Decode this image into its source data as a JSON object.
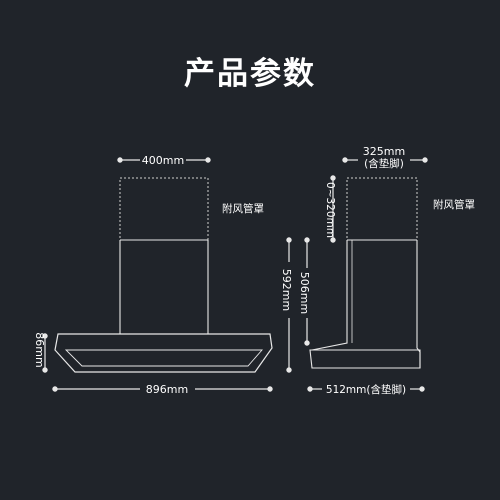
{
  "title": "产品参数",
  "front": {
    "top_width": "400mm",
    "cover_label": "附风管罩",
    "height_total": "592mm",
    "hood_height": "86mm",
    "base_width": "896mm"
  },
  "side": {
    "top_width_1": "325mm",
    "top_width_2": "(含垫脚)",
    "adjust_range": "0~320mm",
    "cover_label": "附风管罩",
    "body_height": "506mm",
    "base_width": "512mm(含垫脚)"
  },
  "colors": {
    "background": "#20242a",
    "line": "#e8e8e8",
    "dashed": "#cfcfcf",
    "text": "#ffffff"
  }
}
